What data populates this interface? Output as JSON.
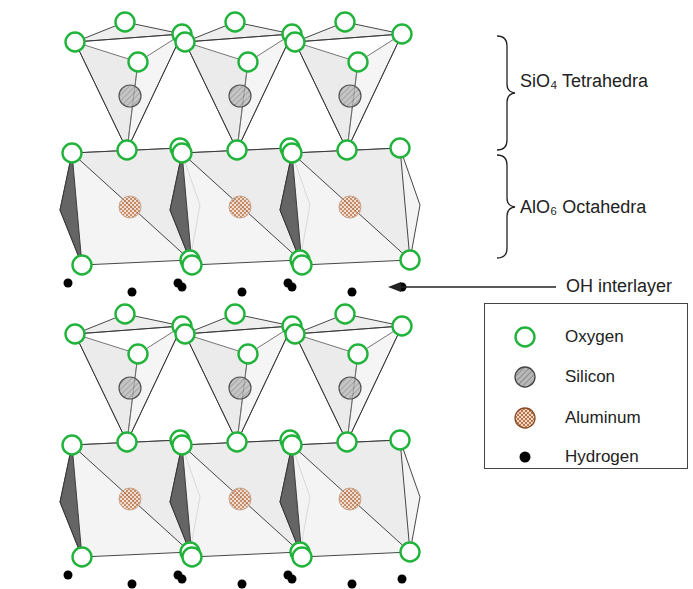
{
  "diagram": {
    "labels": [
      "SiO₄ Tetrahedra",
      "AlO₆ Octahedra",
      "OH interlayer"
    ],
    "legend": [
      {
        "text": "Oxygen"
      },
      {
        "text": "Silicon"
      },
      {
        "text": "Aluminum"
      },
      {
        "text": "Hydrogen"
      }
    ]
  }
}
